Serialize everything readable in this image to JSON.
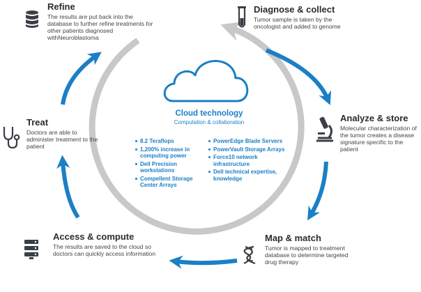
{
  "center": {
    "title": "Cloud technology",
    "subtitle": "Computation & collaboration",
    "left_items": [
      "8.2 Teraflops",
      "1,200% increase in computing power",
      "Dell Precision workstations",
      "Compellent Storage Center Arrays"
    ],
    "right_items": [
      "PowerEdge Blade Servers",
      "PowerVault Storage Arrays",
      "Force10 network infrastructure",
      "Dell technical expertise, knowledge"
    ]
  },
  "stages": {
    "refine": {
      "title": "Refine",
      "desc": "The results are put back into the database to further refine treatments for other patients diagnosed withNeuroblastoma",
      "icon": "database-icon"
    },
    "diagnose": {
      "title": "Diagnose & collect",
      "desc": "Tumor sample is taken by the oncologist and added to genome",
      "icon": "test-tube-icon"
    },
    "analyze": {
      "title": "Analyze & store",
      "desc": "Molecular characterization of the tumor creates a disease signature specific to the patient",
      "icon": "microscope-icon"
    },
    "map": {
      "title": "Map & match",
      "desc": "Tumor is mapped to treatment database to determine targeted drug therapy",
      "icon": "dna-icon"
    },
    "access": {
      "title": "Access & compute",
      "desc": "The results are saved to the cloud so doctors can quickly access information",
      "icon": "server-icon"
    },
    "treat": {
      "title": "Treat",
      "desc": "Doctors are able to administer treatment to the patient",
      "icon": "stethoscope-icon"
    }
  },
  "colors": {
    "accent": "#1a7fc6",
    "ring": "#c8c8c8",
    "icon": "#3a3f45"
  }
}
